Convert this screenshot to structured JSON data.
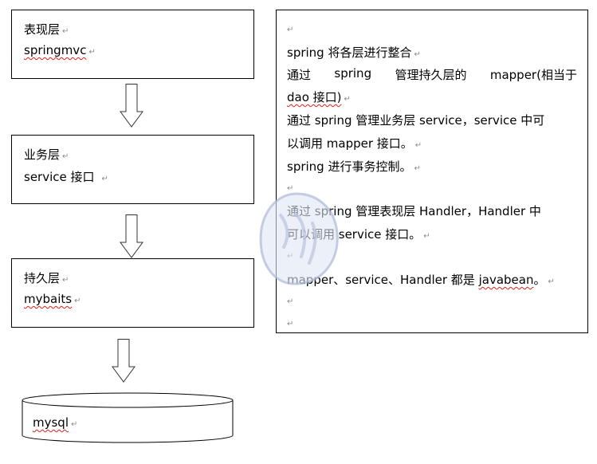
{
  "layers": [
    {
      "title": "表现层",
      "subtitle": "springmvc"
    },
    {
      "title": "业务层",
      "subtitle": "service 接口"
    },
    {
      "title": "持久层",
      "subtitle": "mybaits"
    }
  ],
  "database": {
    "label": "mysql"
  },
  "description": {
    "l1": "spring 将各层进行整合",
    "l2_parts": [
      "通过",
      "spring",
      "管理持久层的",
      "mapper(相当于"
    ],
    "l3": "dao 接口)",
    "l4": "通过 spring 管理业务层 service，service 中可",
    "l5": "以调用 mapper 接口。",
    "l6": "spring 进行事务控制。",
    "l7": "通过 spring 管理表现层 Handler，Handler 中",
    "l8": "可以调用 service 接口。",
    "l9_prefix": "mapper、service、Handler 都是 ",
    "l9_word": "javabean",
    "l9_suffix": "。"
  },
  "paragraph_mark": "↵"
}
